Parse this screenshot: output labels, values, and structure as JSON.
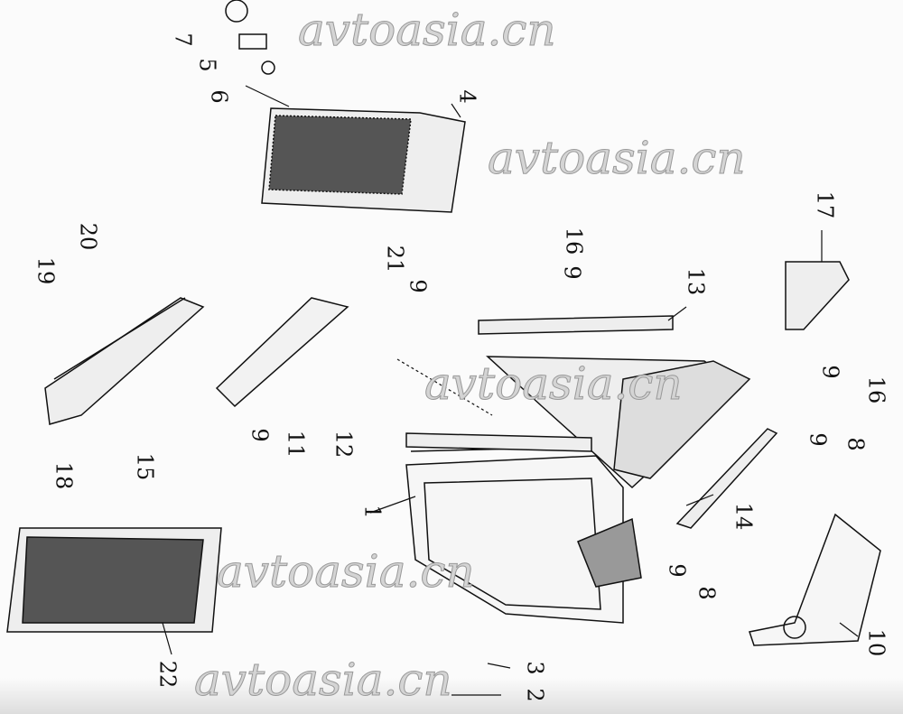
{
  "diagram": {
    "watermark": "avtoasia.cn",
    "labels": [
      "7",
      "5",
      "6",
      "4",
      "21",
      "9",
      "16",
      "9",
      "13",
      "17",
      "20",
      "19",
      "9",
      "16",
      "18",
      "15",
      "9",
      "11",
      "12",
      "1",
      "8",
      "9",
      "14",
      "9",
      "8",
      "22",
      "10",
      "3",
      "2"
    ]
  }
}
